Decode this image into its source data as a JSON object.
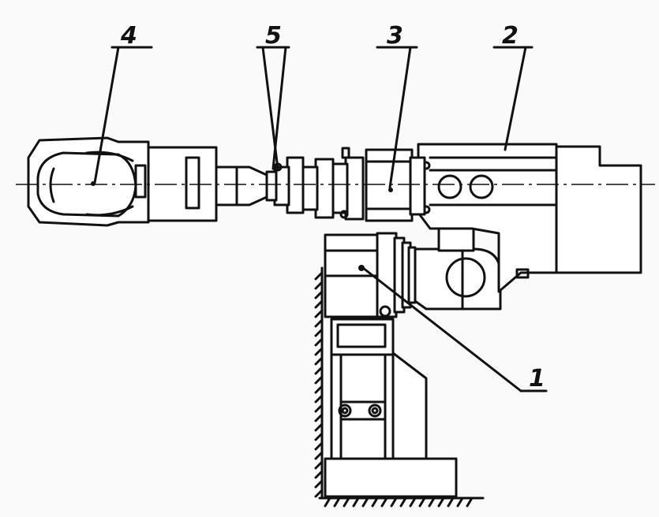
{
  "callouts": {
    "part_1": "1",
    "part_2": "2",
    "part_3": "3",
    "part_4": "4",
    "part_5": "5"
  },
  "colors": {
    "ink": "#111111",
    "paper": "#fafafa"
  }
}
